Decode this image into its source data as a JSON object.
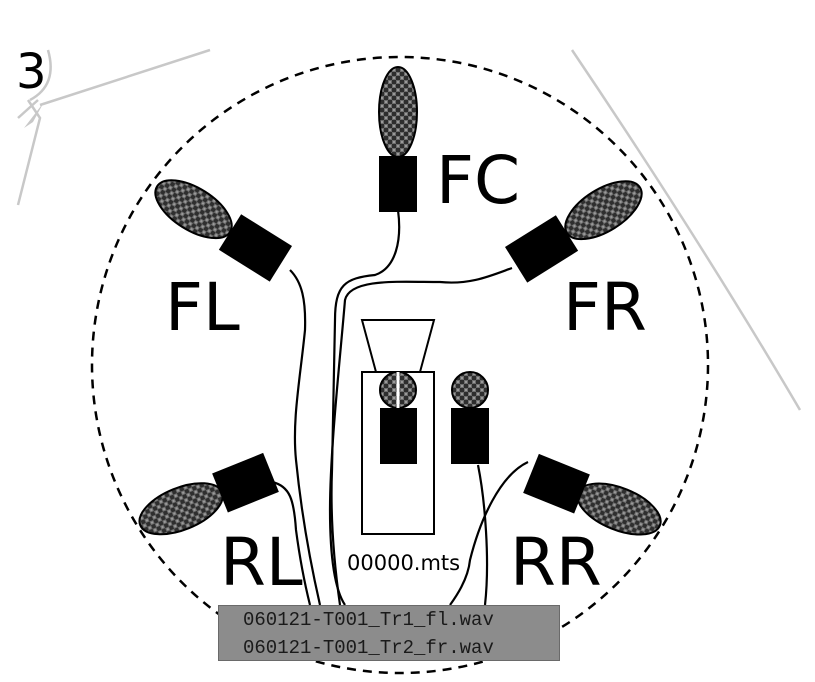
{
  "labels": {
    "fc": "FC",
    "fl": "FL",
    "fr": "FR",
    "rl": "RL",
    "rr": "RR",
    "corner": "3",
    "camera_file": "00000.mts"
  },
  "files": [
    "060121-T001_Tr1_fl.wav",
    "060121-T001_Tr2_fr.wav"
  ],
  "colors": {
    "ink": "#000000",
    "mic_fill": "#6e6e6e",
    "panel": "#8c8c8c",
    "guide": "#c8c8c8"
  }
}
